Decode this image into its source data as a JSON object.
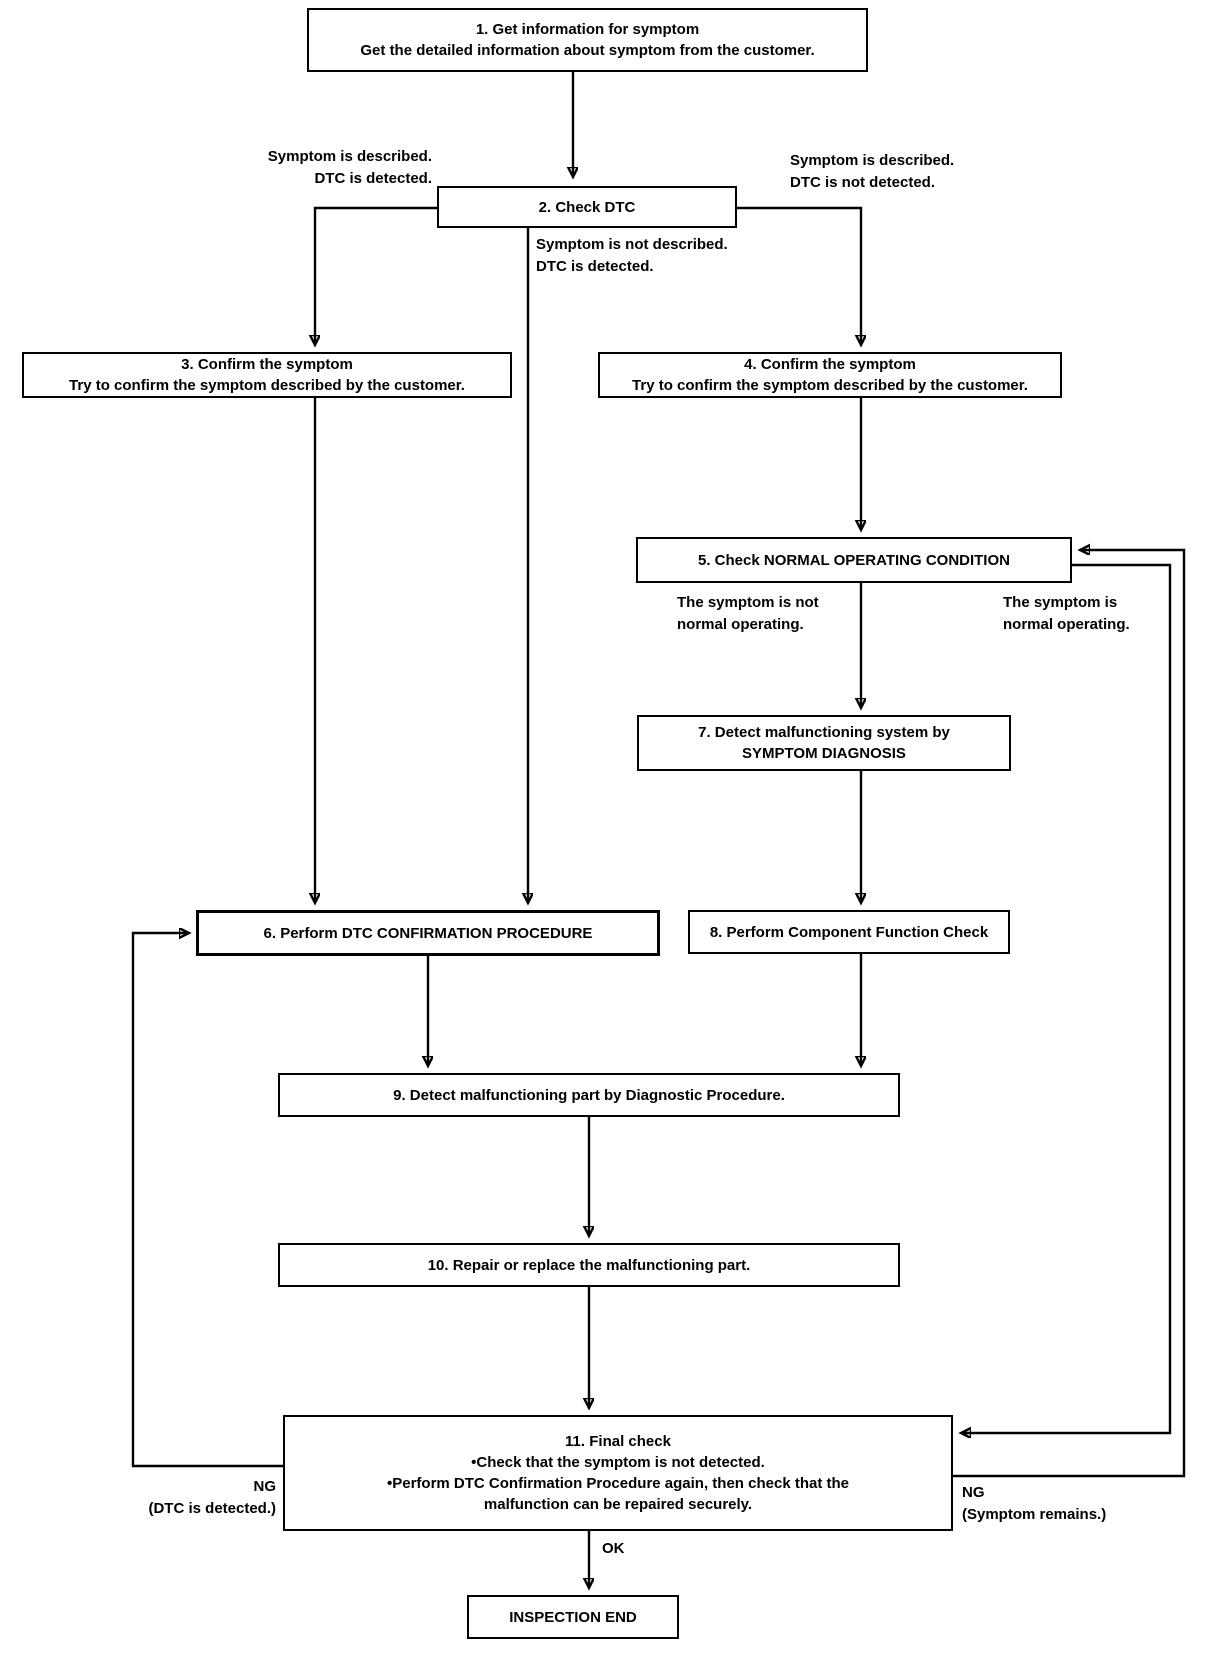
{
  "nodes": {
    "step1": {
      "lines": [
        "1. Get information for symptom",
        "Get the detailed information about symptom from the customer."
      ]
    },
    "step2": {
      "lines": [
        "2. Check DTC"
      ]
    },
    "step3": {
      "lines": [
        "3. Confirm the symptom",
        "Try to confirm the symptom described by the customer."
      ]
    },
    "step4": {
      "lines": [
        "4. Confirm the symptom",
        "Try to confirm the symptom described by the customer."
      ]
    },
    "step5": {
      "lines": [
        "5. Check NORMAL OPERATING CONDITION"
      ]
    },
    "step6": {
      "lines": [
        "6. Perform DTC CONFIRMATION PROCEDURE"
      ]
    },
    "step7": {
      "lines": [
        "7. Detect malfunctioning system by",
        "SYMPTOM DIAGNOSIS"
      ]
    },
    "step8": {
      "lines": [
        "8. Perform Component Function Check"
      ]
    },
    "step9": {
      "lines": [
        "9. Detect malfunctioning part by Diagnostic Procedure."
      ]
    },
    "step10": {
      "lines": [
        "10. Repair or replace the malfunctioning part."
      ]
    },
    "step11": {
      "lines": [
        "11. Final check",
        "•Check that the symptom is not detected.",
        "•Perform DTC Confirmation Procedure again, then check that the",
        "malfunction can be repaired securely."
      ]
    },
    "end": {
      "lines": [
        "INSPECTION END"
      ]
    }
  },
  "edge_labels": {
    "symptom_described_dtc": [
      "Symptom is described.",
      "DTC is detected."
    ],
    "symptom_described_no_dtc": [
      "Symptom is described.",
      "DTC is not detected."
    ],
    "symptom_not_described_dtc": [
      "Symptom is not described.",
      "DTC is detected."
    ],
    "not_normal_operating": [
      "The symptom is not",
      "normal operating."
    ],
    "normal_operating": [
      "The symptom is",
      "normal operating."
    ],
    "ng_dtc_detected": [
      "NG",
      "(DTC is detected.)"
    ],
    "ng_symptom_remains": [
      "NG",
      "(Symptom remains.)"
    ],
    "ok": "OK"
  },
  "colors": {
    "line": "#000000",
    "background": "#ffffff",
    "text": "#000000"
  }
}
